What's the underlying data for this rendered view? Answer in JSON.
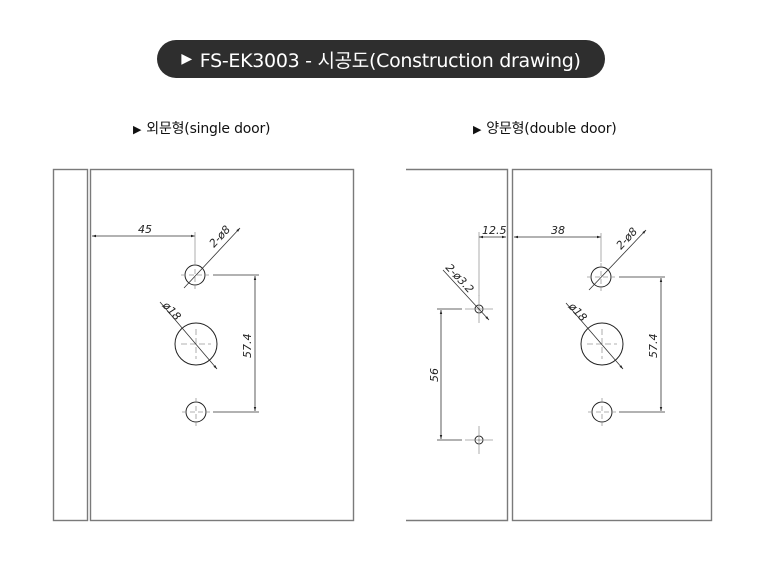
{
  "header": {
    "icon": "play-triangle-icon",
    "title": "FS-EK3003 -  시공도(Construction drawing)"
  },
  "sections": {
    "single": {
      "icon": "play-triangle-icon",
      "label": "외문형(single door)",
      "dimensions": {
        "edge_to_center": "45",
        "small_holes": "2-ø8",
        "large_hole": "ø18",
        "hole_spacing": "57.4"
      }
    },
    "double": {
      "icon": "play-triangle-icon",
      "label": "양문형(double door)",
      "dimensions": {
        "left_edge_offset": "12.5",
        "edge_to_center": "38",
        "screw_holes": "2-ø3.2",
        "screw_spacing": "56",
        "small_holes": "2-ø8",
        "large_hole": "ø18",
        "hole_spacing": "57.4"
      }
    }
  },
  "colors": {
    "pill_background": "#2e2e2e",
    "pill_text": "#ffffff",
    "frame_stroke": "#7a7a7a",
    "line_stroke": "#333333"
  }
}
